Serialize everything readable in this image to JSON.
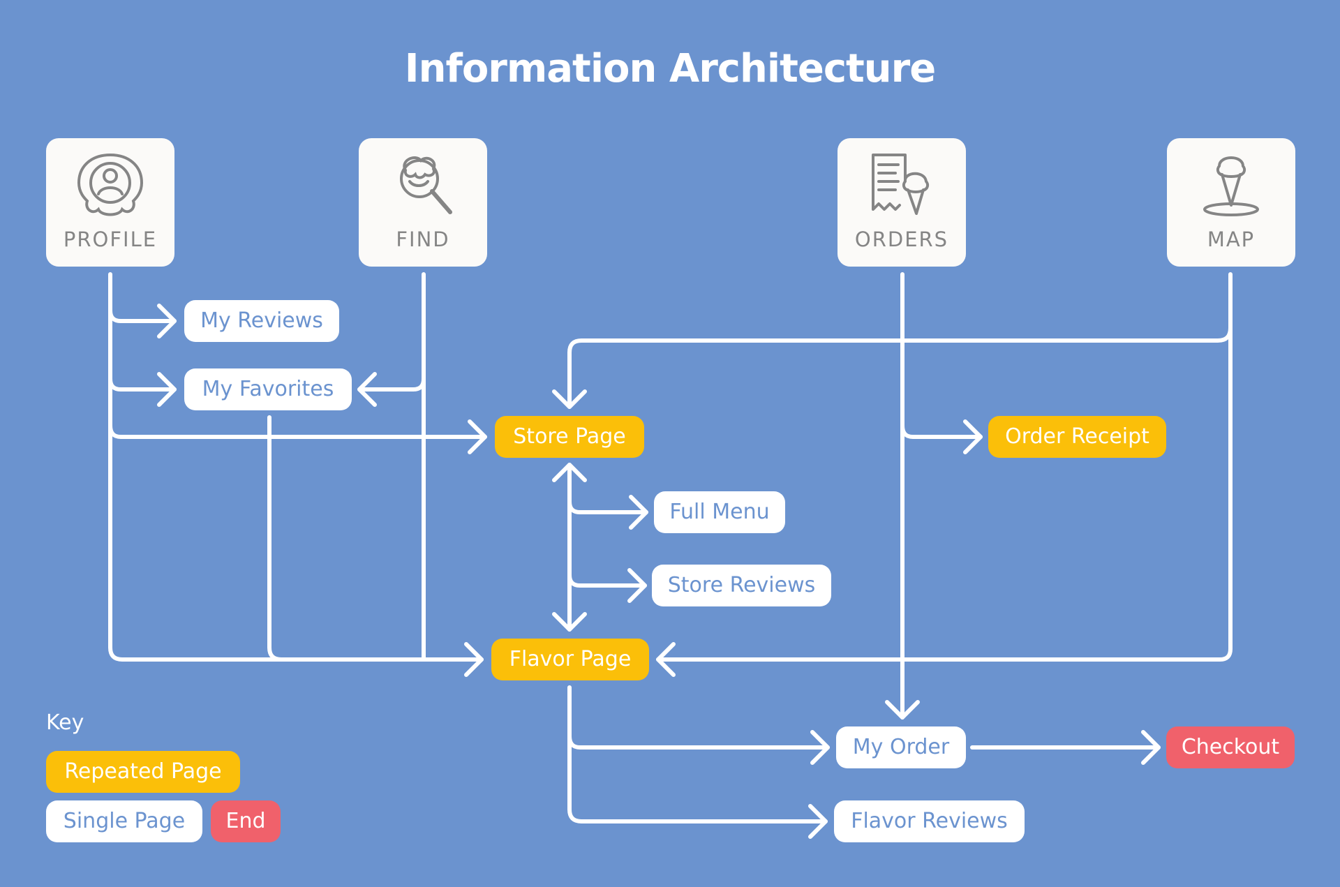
{
  "title": "Information Architecture",
  "colors": {
    "background": "#6b93cf",
    "repeated": "#fbbf09",
    "single": "#ffffff",
    "end": "#f0616b",
    "icon": "#858585"
  },
  "sections": {
    "profile": {
      "label": "PROFILE",
      "icon": "profile-icon"
    },
    "find": {
      "label": "FIND",
      "icon": "search-icon"
    },
    "orders": {
      "label": "ORDERS",
      "icon": "receipt-icon"
    },
    "map": {
      "label": "MAP",
      "icon": "map-pin-icon"
    }
  },
  "pages": {
    "my_reviews": "My Reviews",
    "my_favorites": "My Favorites",
    "store_page": "Store Page",
    "order_receipt": "Order Receipt",
    "full_menu": "Full Menu",
    "store_reviews": "Store Reviews",
    "flavor_page": "Flavor Page",
    "my_order": "My Order",
    "checkout": "Checkout",
    "flavor_reviews": "Flavor Reviews"
  },
  "key": {
    "title": "Key",
    "repeated": "Repeated Page",
    "single": "Single Page",
    "end": "End"
  }
}
